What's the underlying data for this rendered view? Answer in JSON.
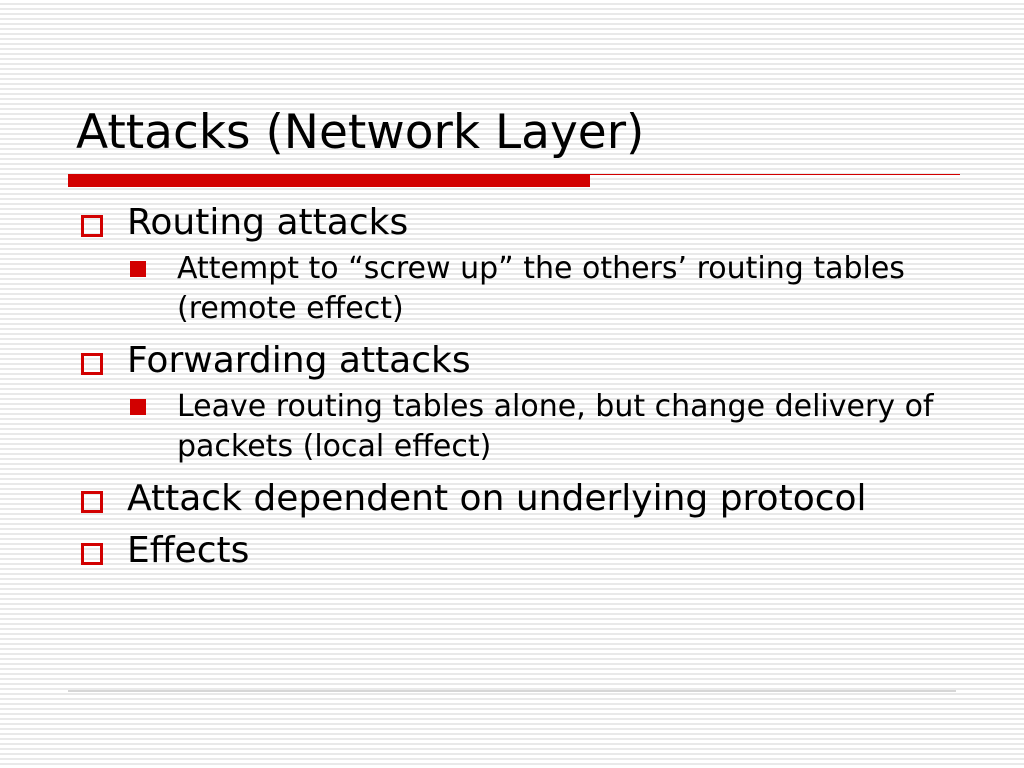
{
  "slide": {
    "title": "Attacks (Network Layer)",
    "accent_color": "#d20000",
    "bullets": [
      {
        "text": "Routing attacks",
        "sub": [
          "Attempt to “screw up” the others’ routing tables (remote effect)"
        ]
      },
      {
        "text": "Forwarding attacks",
        "sub": [
          "Leave routing tables alone, but change delivery of packets (local effect)"
        ]
      },
      {
        "text": "Attack dependent on underlying protocol",
        "sub": []
      },
      {
        "text": "Effects",
        "sub": []
      }
    ]
  }
}
